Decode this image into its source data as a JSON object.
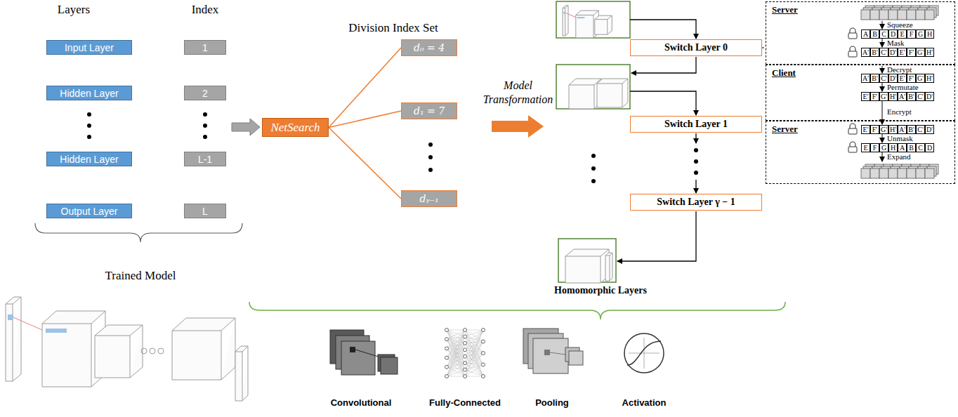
{
  "diagram": {
    "nodes": [
      {
        "text": [
          "Input Layer"
        ]
      },
      {
        "text": [
          "1"
        ]
      },
      {
        "text": [
          "Hidden Layer"
        ]
      },
      {
        "text": [
          "2"
        ]
      },
      {
        "text": [
          "Hidden Layer"
        ]
      },
      {
        "text": [
          "L-1"
        ]
      },
      {
        "text": [
          "Output Layer"
        ]
      },
      {
        "text": [
          "L"
        ]
      },
      {
        "text": [
          "NetSearch"
        ]
      },
      {
        "text": [
          "d₀ = 4"
        ]
      },
      {
        "text": [
          "d₁ = 7"
        ]
      },
      {
        "text": [
          "dᵧ₋₁"
        ]
      },
      {
        "text": [
          "Switch Layer 0"
        ]
      },
      {
        "text": [
          "Switch Layer 1"
        ]
      },
      {
        "text": [
          "Switch Layer γ − 1"
        ]
      },
      {
        "text": [
          "Server"
        ]
      },
      {
        "text": [
          "Client"
        ]
      },
      {
        "text": [
          "Server"
        ]
      }
    ],
    "edges": [
      {
        "from": 8,
        "to": 9,
        "arrow": "none"
      },
      {
        "from": 8,
        "to": 10,
        "arrow": "none"
      },
      {
        "from": 8,
        "to": 11,
        "arrow": "none"
      },
      {
        "from": 12,
        "to": 15,
        "arrow": "none"
      }
    ],
    "labels": [
      "Layers",
      "Index",
      "Trained Model",
      "Division Index Set",
      "Model Transformation",
      "Homomorphic Layers",
      "Squeeze",
      "Mask",
      "Decrypt",
      "Permutate",
      "Encrypt",
      "Unmask",
      "Expand",
      "Convolutional",
      "Fully-Connected",
      "Pooling",
      "Activation",
      "A",
      "B",
      "C",
      "D",
      "E",
      "F",
      "G",
      "H",
      "A'",
      "B'",
      "C'",
      "D'",
      "E'",
      "F'",
      "G'",
      "H'",
      "A'",
      "B'",
      "C'",
      "D'",
      "E'",
      "F'",
      "G'",
      "H'",
      "E'",
      "F'",
      "G'",
      "H'",
      "A'",
      "B'",
      "C'",
      "D'",
      "E'",
      "F'",
      "G'",
      "H'",
      "A'",
      "B'",
      "C'",
      "D'",
      "E",
      "F",
      "G",
      "H",
      "A",
      "B",
      "C",
      "D"
    ]
  }
}
